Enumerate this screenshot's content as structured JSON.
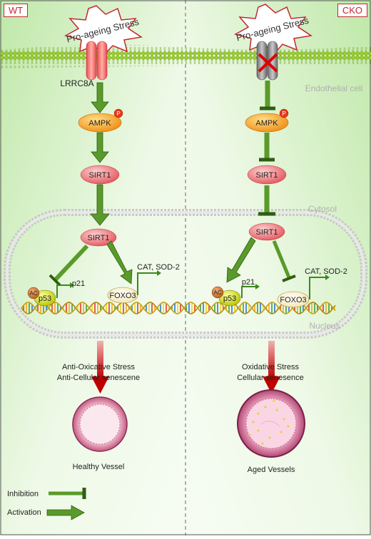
{
  "panels": {
    "left": {
      "label": "WT",
      "stress": "Pro-ageing Stress",
      "channel": "LRRC8A",
      "ampk": "AMPK",
      "sirt1_cyto": "SIRT1",
      "sirt1_nuc": "SIRT1",
      "p21": "p21",
      "foxo3": "FOXO3",
      "targets": "CAT, SOD-2",
      "ac": "AC",
      "p53": "p53",
      "outcome_line1": "Anti-Oxicative Stress",
      "outcome_line2": "Anti-Cellular senescene",
      "vessel_label": "Healthy Vessel"
    },
    "right": {
      "label": "CKO",
      "stress": "Pro-ageing Stress",
      "ampk": "AMPK",
      "sirt1_cyto": "SIRT1",
      "sirt1_nuc": "SIRT1",
      "p21": "p21",
      "foxo3": "FOXO3",
      "targets": "CAT, SOD-2",
      "ac": "AC",
      "p53": "p53",
      "outcome_line1": "Oxidative Stress",
      "outcome_line2": "Cellular senesence",
      "vessel_label": "Aged Vessels"
    }
  },
  "phospho": "P",
  "regions": {
    "endothelial": "Endothelial cell",
    "cytosol": "Cytosol",
    "nucleus": "Nucleus"
  },
  "legend": {
    "inhibition": "Inhibition",
    "activation": "Activation"
  },
  "colors": {
    "accent_red": "#c0282d",
    "arrow_green": "#5a9a2a",
    "ampk_orange": "#f4a21a",
    "sirt1_pink": "#e8767c",
    "bg_green": "#d7f0c8"
  }
}
